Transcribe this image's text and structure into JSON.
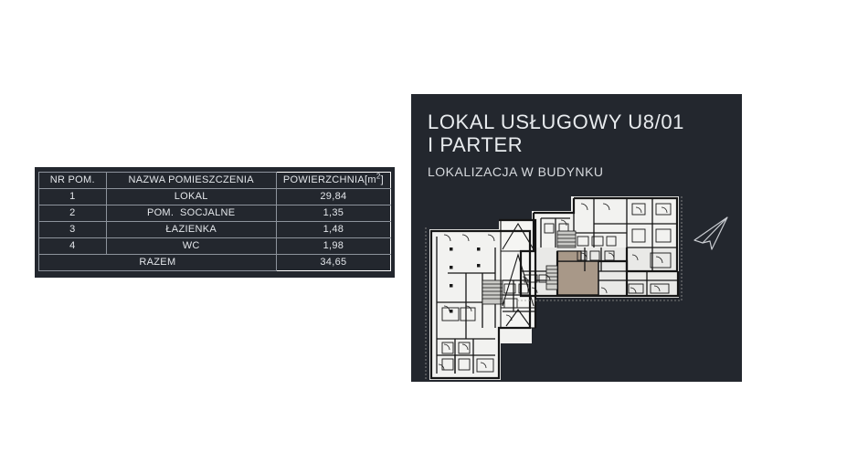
{
  "page": {
    "background_color": "#ffffff",
    "panel_color": "#23272e",
    "text_color": "#e3e6ea",
    "highlight_unit_color": "#a89888"
  },
  "table": {
    "headers": {
      "nr": "NR POM.",
      "name": "NAZWA POMIESZCZENIA",
      "area": "POWIERZCHNIA[m",
      "area_unit_sup": "2",
      "area_suffix": "]"
    },
    "rows": [
      {
        "nr": "1",
        "name": "LOKAL",
        "area": "29,84"
      },
      {
        "nr": "2",
        "name": "POM.  SOCJALNE",
        "area": "1,35"
      },
      {
        "nr": "3",
        "name": "ŁAZIENKA",
        "area": "1,48"
      },
      {
        "nr": "4",
        "name": "WC",
        "area": "1,98"
      }
    ],
    "total": {
      "label": "RAZEM",
      "area": "34,65"
    }
  },
  "info_panel": {
    "title_line1": "LOKAL USŁUGOWY U8/01",
    "title_line2": "I PARTER",
    "subtitle": "LOKALIZACJA W BUDYNKU",
    "north_arrow_icon": "north-arrow-icon",
    "floorplan_icon": "building-floorplan"
  }
}
